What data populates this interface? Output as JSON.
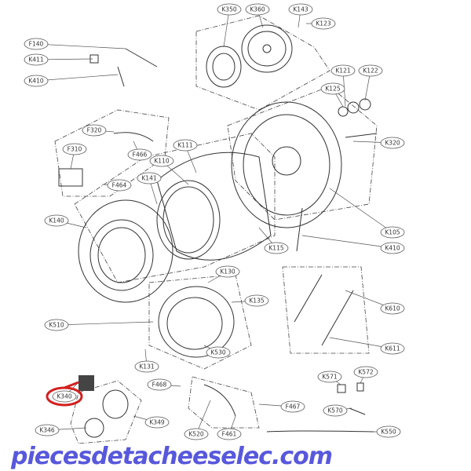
{
  "diagram": {
    "type": "exploded-parts-diagram",
    "labels": [
      "K350",
      "K360",
      "K143",
      "K123",
      "F140",
      "K411",
      "K410",
      "K121",
      "K122",
      "K125",
      "F320",
      "K320",
      "F310",
      "F466",
      "K111",
      "K110",
      "K141",
      "F464",
      "K140",
      "K105",
      "K115",
      "K410",
      "K130",
      "K135",
      "K610",
      "K510",
      "K611",
      "K530",
      "K131",
      "F468",
      "K571",
      "K572",
      "K340",
      "F467",
      "K570",
      "K349",
      "K346",
      "K520",
      "F461",
      "K550"
    ],
    "highlighted_label": "K340",
    "highlight_color": "#d42020"
  },
  "watermark": "piecesdetacheeselec.com"
}
